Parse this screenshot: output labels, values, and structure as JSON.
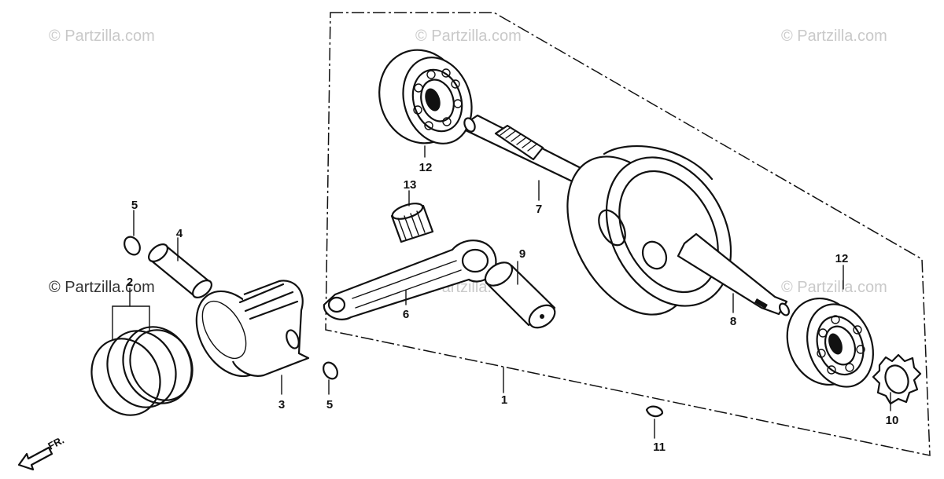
{
  "watermark": "© Partzilla.com",
  "direction_label": "FR.",
  "callouts": {
    "p1": "1",
    "p2": "2",
    "p3": "3",
    "p4": "4",
    "p5a": "5",
    "p5b": "5",
    "p6": "6",
    "p7": "7",
    "p8": "8",
    "p9": "9",
    "p10": "10",
    "p11": "11",
    "p12a": "12",
    "p12b": "12",
    "p13": "13"
  }
}
